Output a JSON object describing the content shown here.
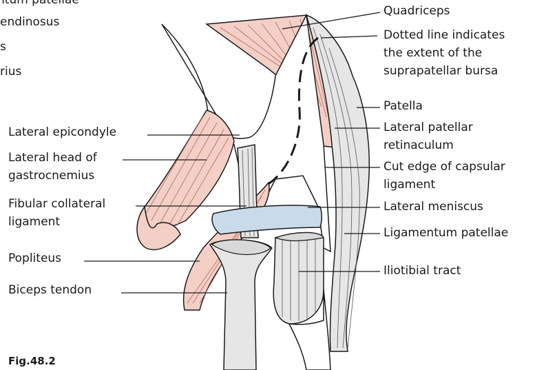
{
  "colors": {
    "muscle": "#f3cfc6",
    "bone": "#e6e6e6",
    "meniscus": "#c9dbea",
    "line": "#1a1a1a"
  },
  "left_labels": {
    "ligamentum_patellae_clipped": "ntum patellae",
    "semitendinosus_clipped": "endinosus",
    "gracilis_clipped": "s",
    "sartorius_clipped": "rius",
    "lateral_epicondyle": "Lateral epicondyle",
    "lateral_head_line1": "Lateral head of",
    "lateral_head_line2": "gastrocnemius",
    "fibular_collateral_line1": "Fibular collateral",
    "fibular_collateral_line2": "ligament",
    "popliteus": "Popliteus",
    "biceps_tendon": "Biceps tendon"
  },
  "right_labels": {
    "quadriceps": "Quadriceps",
    "dotted_line1": "Dotted line indicates",
    "dotted_line2": "the extent of the",
    "dotted_line3": "suprapatellar bursa",
    "patella": "Patella",
    "lateral_patellar_line1": "Lateral patellar",
    "lateral_patellar_line2": "retinaculum",
    "cut_edge_line1": "Cut edge of capsular",
    "cut_edge_line2": "ligament",
    "lateral_meniscus": "Lateral meniscus",
    "ligamentum_patellae": "Ligamentum patellae",
    "iliotibial_tract": "Iliotibial tract"
  },
  "figure_label": "Fig.48.2"
}
